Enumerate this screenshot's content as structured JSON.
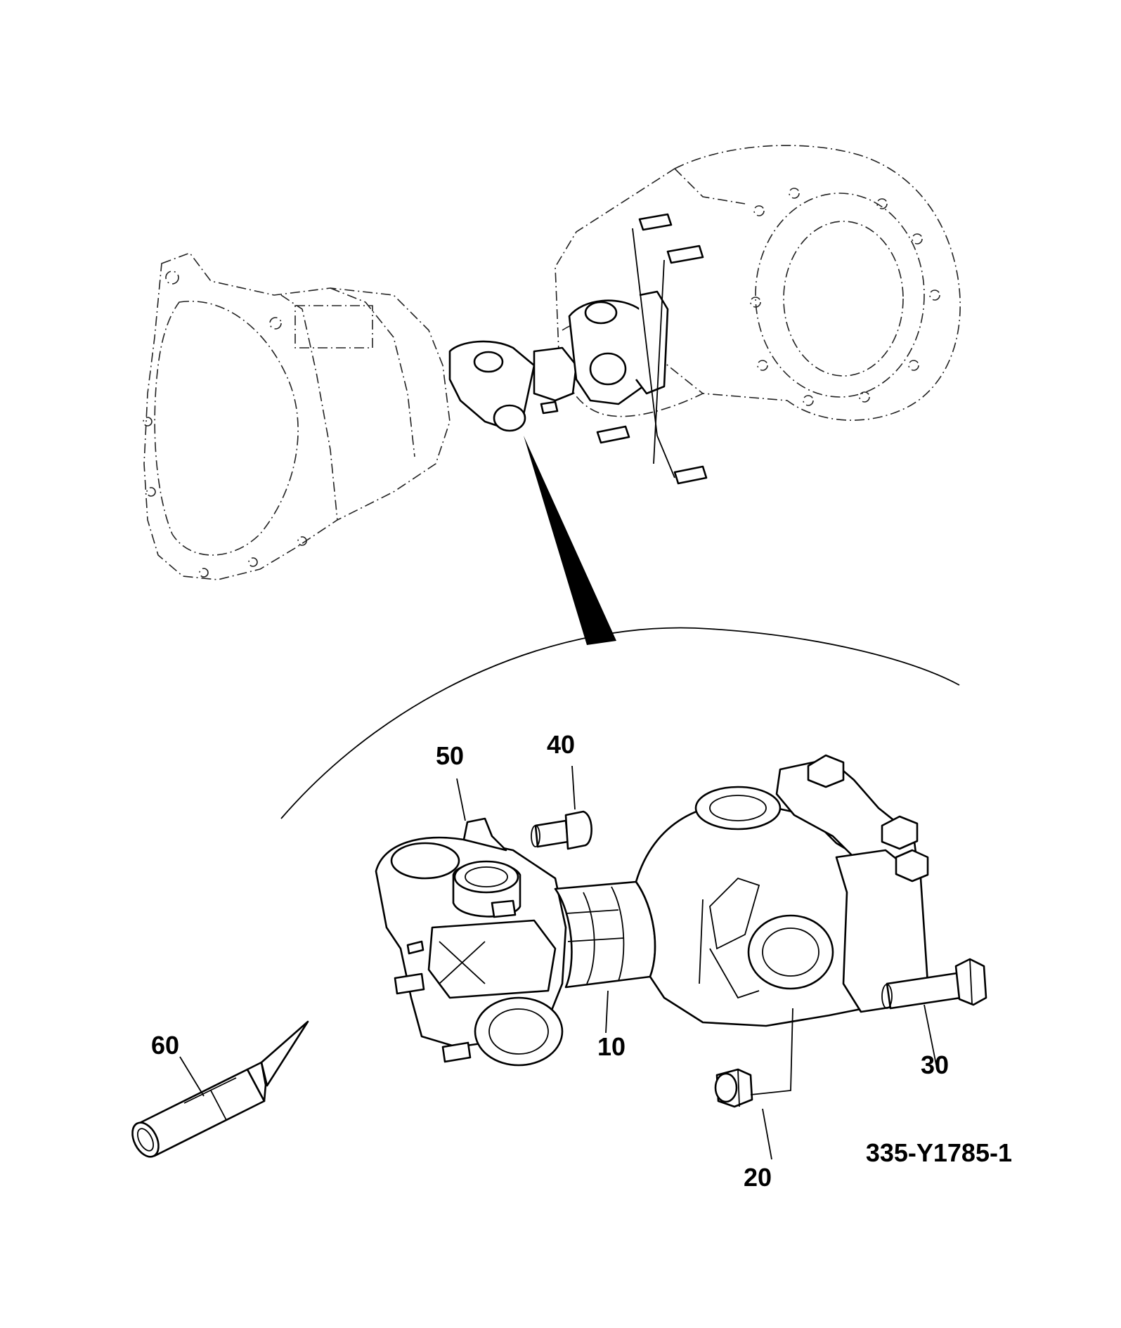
{
  "callouts": {
    "c10": "10",
    "c20": "20",
    "c30": "30",
    "c40": "40",
    "c50": "50",
    "c60": "60"
  },
  "drawing_ref": "335-Y1785-1",
  "colors": {
    "ink": "#000000",
    "paper": "#ffffff"
  }
}
